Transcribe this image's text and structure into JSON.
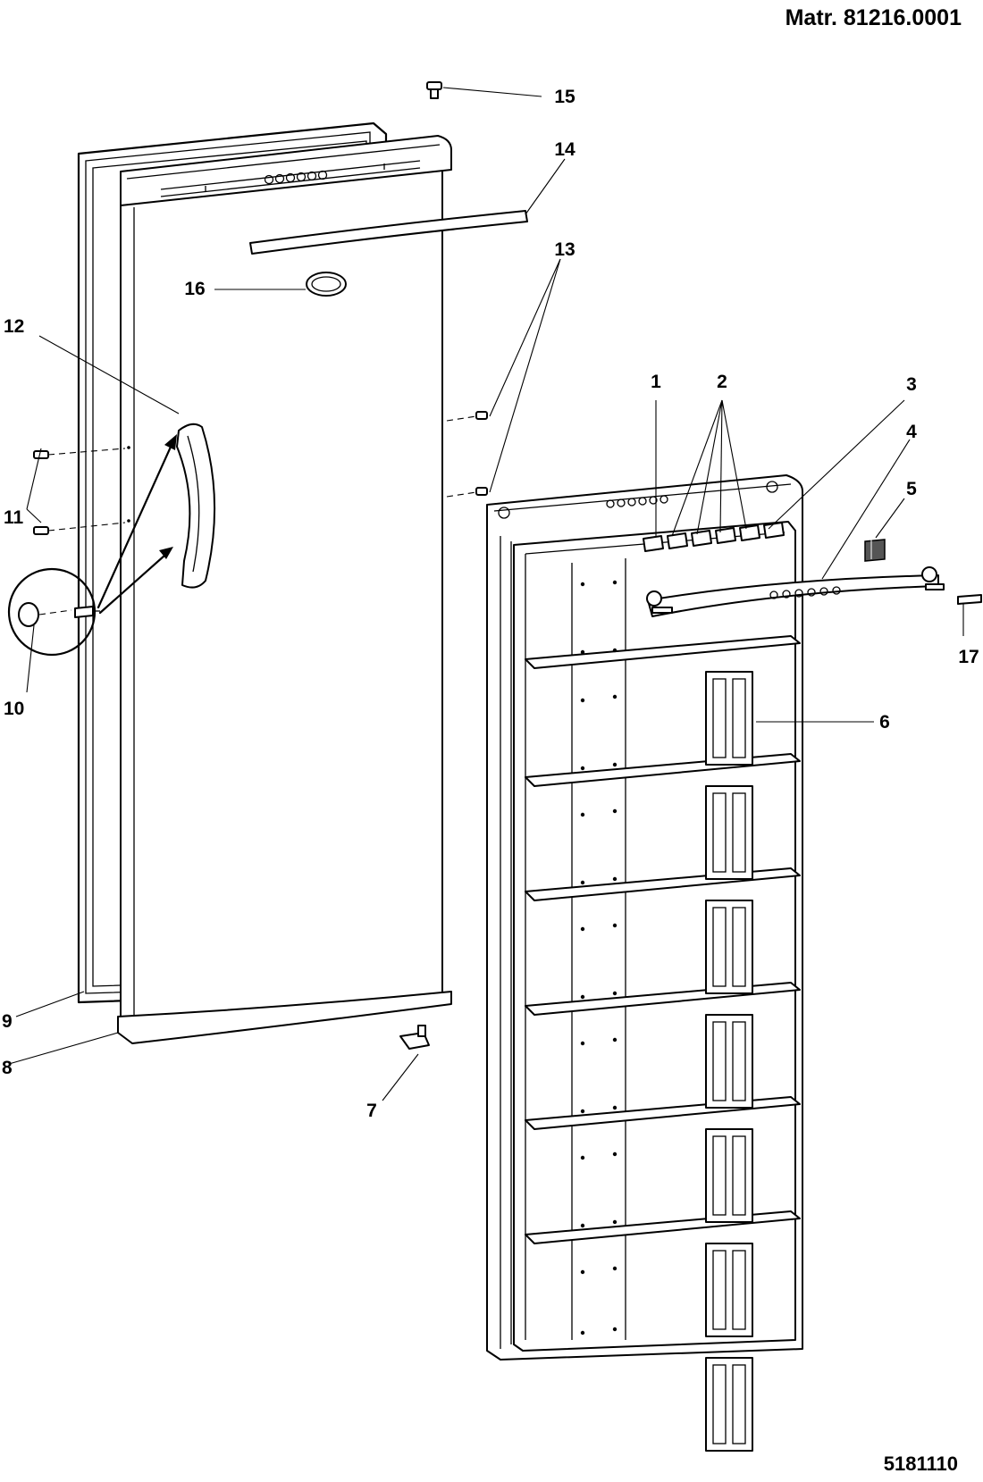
{
  "header": {
    "material_number": "Matr. 81216.0001"
  },
  "footer": {
    "drawing_code": "5181110"
  },
  "callouts": [
    {
      "id": "1",
      "text": "1"
    },
    {
      "id": "2",
      "text": "2"
    },
    {
      "id": "3",
      "text": "3"
    },
    {
      "id": "4",
      "text": "4"
    },
    {
      "id": "5",
      "text": "5"
    },
    {
      "id": "6",
      "text": "6"
    },
    {
      "id": "7",
      "text": "7"
    },
    {
      "id": "8",
      "text": "8"
    },
    {
      "id": "9",
      "text": "9"
    },
    {
      "id": "10",
      "text": "10"
    },
    {
      "id": "11",
      "text": "11"
    },
    {
      "id": "12",
      "text": "12"
    },
    {
      "id": "13",
      "text": "13"
    },
    {
      "id": "14",
      "text": "14"
    },
    {
      "id": "15",
      "text": "15"
    },
    {
      "id": "16",
      "text": "16"
    },
    {
      "id": "17",
      "text": "17"
    }
  ]
}
